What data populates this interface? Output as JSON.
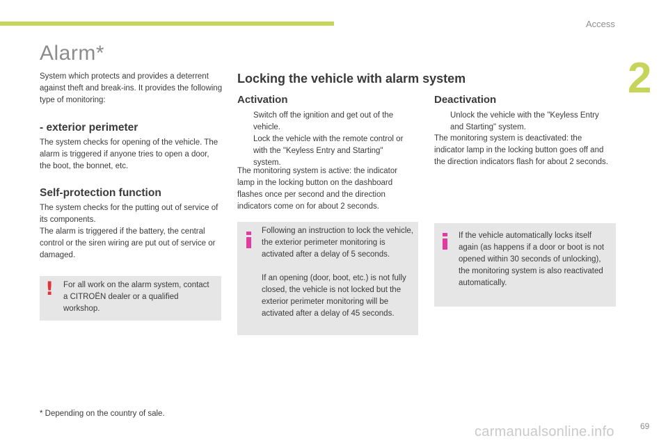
{
  "header": {
    "section": "Access",
    "chapter_number": "2"
  },
  "title": "Alarm*",
  "intro": "System which protects and provides a deterrent against theft and break-ins. It provides the following type of monitoring:",
  "exterior": {
    "heading": "- exterior perimeter",
    "text": "The system checks for opening of the vehicle. The alarm is triggered if anyone tries to open a door, the boot, the bonnet, etc."
  },
  "selfprotection": {
    "heading": "Self-protection function",
    "text1": "The system checks for the putting out of service of its components.",
    "text2": "The alarm is triggered if the battery, the central control or the siren wiring are put out of service or damaged."
  },
  "warning": {
    "icon": "!",
    "text": "For all work on the alarm system, contact a CITROËN dealer or a qualified workshop."
  },
  "footnote": "* Depending on the country of sale.",
  "locking": {
    "heading": "Locking the vehicle with alarm system",
    "activation": {
      "heading": "Activation",
      "bullet": "",
      "steps": [
        "Switch off the ignition and get out of the vehicle.",
        "Lock the vehicle with the remote control or with the \"Keyless Entry and Starting\" system."
      ],
      "text": "The monitoring system is active: the indicator lamp in the locking button on the dashboard flashes once per second and the direction indicators come on for about 2 seconds.",
      "info1": "Following an instruction to lock the vehicle, the exterior perimeter monitoring is activated after a delay of 5 seconds.",
      "info2": "If an opening (door, boot, etc.) is not fully closed, the vehicle is not locked but the exterior perimeter monitoring will be activated after a delay of 45 seconds."
    },
    "deactivation": {
      "heading": "Deactivation",
      "steps": [
        "Unlock the vehicle with the \"Keyless Entry and Starting\" system."
      ],
      "text": "The monitoring system is deactivated: the indicator lamp in the locking button goes off and the direction indicators flash for about 2 seconds.",
      "info": "If the vehicle automatically locks itself again (as happens if a door or boot is not opened within 30 seconds of unlocking), the monitoring system is also reactivated automatically."
    }
  },
  "page_number": "69",
  "watermark": "carmanualsonline.info",
  "colors": {
    "accent": "#c7d45a",
    "warning": "#e2313a",
    "info": "#e23a9f",
    "box_bg": "#e6e6e6"
  }
}
